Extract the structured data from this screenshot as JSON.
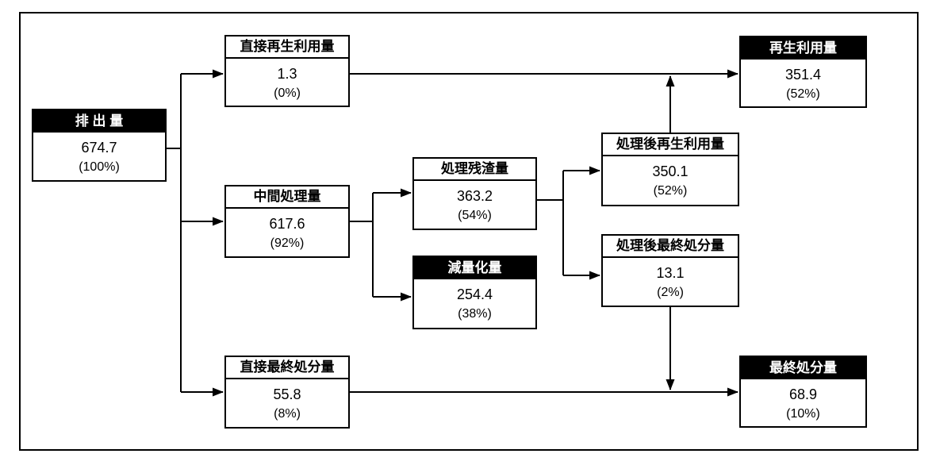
{
  "diagram": {
    "nodes": {
      "emission": {
        "label": "排 出 量",
        "value": "674.7",
        "percent": "(100%)"
      },
      "direct_recycle": {
        "label": "直接再生利用量",
        "value": "1.3",
        "percent": "(0%)"
      },
      "intermediate": {
        "label": "中間処理量",
        "value": "617.6",
        "percent": "(92%)"
      },
      "direct_final": {
        "label": "直接最終処分量",
        "value": "55.8",
        "percent": "(8%)"
      },
      "residue": {
        "label": "処理残渣量",
        "value": "363.2",
        "percent": "(54%)"
      },
      "reduction": {
        "label": "減量化量",
        "value": "254.4",
        "percent": "(38%)"
      },
      "post_recycle": {
        "label": "処理後再生利用量",
        "value": "350.1",
        "percent": "(52%)"
      },
      "post_final": {
        "label": "処理後最終処分量",
        "value": "13.1",
        "percent": "(2%)"
      },
      "recycle_total": {
        "label": "再生利用量",
        "value": "351.4",
        "percent": "(52%)"
      },
      "final_total": {
        "label": "最終処分量",
        "value": "68.9",
        "percent": "(10%)"
      }
    },
    "colors": {
      "line": "#000000",
      "header_fill": "#000000",
      "header_text": "#ffffff",
      "box_background": "#ffffff"
    }
  }
}
